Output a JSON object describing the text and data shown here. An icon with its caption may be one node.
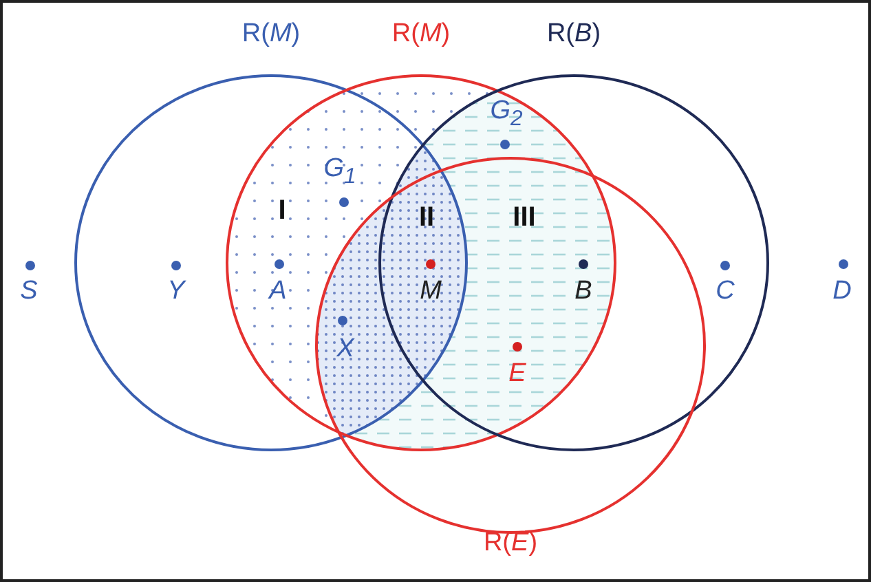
{
  "diagram": {
    "nodes": [
      {
        "text": [
          "R(*M*)"
        ]
      },
      {
        "text": [
          "R(*M*)"
        ]
      },
      {
        "text": [
          "R(*B*)"
        ]
      },
      {
        "text": [
          "R(*E*)"
        ]
      }
    ],
    "edges": [],
    "labels": [
      "G$_{2}$",
      "G$_{1}$",
      "I",
      "II",
      "III",
      "S",
      "Y",
      "A",
      "M",
      "B",
      "C",
      "D",
      "X",
      "E"
    ]
  }
}
